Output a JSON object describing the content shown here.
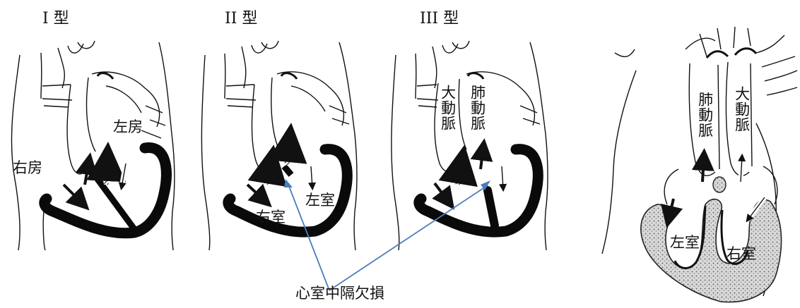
{
  "panels": [
    {
      "title": "I 型",
      "labels": {
        "right_atrium": "右房",
        "left_atrium": "左房"
      }
    },
    {
      "title": "II 型",
      "labels": {
        "right_ventricle": "右室",
        "left_ventricle": "左室"
      }
    },
    {
      "title": "III 型",
      "labels": {
        "aorta": "大動脈",
        "pulmonary_artery": "肺動脈"
      }
    },
    {
      "title": "",
      "labels": {
        "pulmonary_artery": "肺動脈",
        "aorta": "大動脈",
        "left_ventricle": "左室",
        "right_ventricle": "右室"
      }
    }
  ],
  "callout": {
    "text": "心室中隔欠損",
    "line_color": "#4a7ebb"
  },
  "colors": {
    "ink": "#111111",
    "wall": "#0a0a0a",
    "stipple": "#c9c9c9"
  }
}
